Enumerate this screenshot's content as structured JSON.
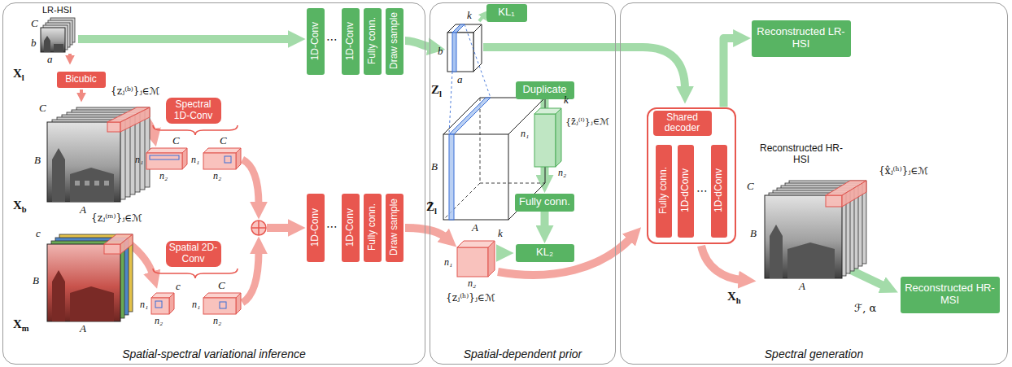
{
  "diagram": {
    "nodes": [
      {
        "text": [
          "Spatial-spectral variational inference"
        ]
      },
      {
        "text": [
          "1D-Conv"
        ],
        "in": 0
      },
      {
        "text": [
          "1D-Conv"
        ],
        "in": 0
      },
      {
        "text": [
          "Fully conn."
        ],
        "in": 0
      },
      {
        "text": [
          "Draw sample"
        ],
        "in": 0
      },
      {
        "text": [
          "Bicubic"
        ],
        "in": 0
      },
      {
        "text": [
          "Spectral 1D-Conv"
        ],
        "in": 0
      },
      {
        "text": [
          "Spatial 2D-Conv"
        ],
        "in": 0
      },
      {
        "text": [
          "1D-Conv"
        ],
        "in": 0
      },
      {
        "text": [
          "1D-Conv"
        ],
        "in": 0
      },
      {
        "text": [
          "Fully conn."
        ],
        "in": 0
      },
      {
        "text": [
          "Draw sample"
        ],
        "in": 0
      },
      {
        "text": [
          "Spatial-dependent prior"
        ]
      },
      {
        "text": [
          "KL₁"
        ],
        "in": 12
      },
      {
        "text": [
          "Duplicate"
        ],
        "in": 12
      },
      {
        "text": [
          "Fully conn."
        ],
        "in": 12
      },
      {
        "text": [
          "KL₂"
        ],
        "in": 12
      },
      {
        "text": [
          "Spectral generation"
        ]
      },
      {
        "text": [
          "Reconstructed LR-HSI"
        ],
        "in": 17
      },
      {
        "text": [
          "Shared decoder"
        ],
        "in": 17
      },
      {
        "text": [
          "Fully conn."
        ],
        "in": 19
      },
      {
        "text": [
          "1D-dConv"
        ],
        "in": 19
      },
      {
        "text": [
          "1D-dConv"
        ],
        "in": 19
      },
      {
        "text": [
          "Reconstructed HR-MSI"
        ],
        "in": 17
      }
    ],
    "edges": [
      {
        "from": 14,
        "to": 15,
        "arrow": "to"
      },
      {
        "from": 15,
        "to": 16,
        "arrow": "to"
      },
      {
        "from": 19,
        "to": 18,
        "arrow": "to"
      }
    ],
    "labels": [
      "LR-HSI",
      "C",
      "b",
      "a",
      "Xl",
      "⋯",
      "{zⱼ⁽ᵇ⁾}ⱼ∈ℳ",
      "C",
      "B",
      "A",
      "Xb",
      "C",
      "n₁",
      "n₂",
      "C",
      "n₁",
      "n₂",
      "{zⱼ⁽ᵐ⁾}ⱼ∈ℳ",
      "c",
      "B",
      "A",
      "Xm",
      "c",
      "n₁",
      "n₂",
      "C",
      "n₁",
      "n₂",
      "⋯",
      "k",
      "b",
      "a",
      "Zl",
      "k",
      "n₁",
      "n₂",
      "{z̄ⱼ⁽ˡ⁾}ⱼ∈ℳ",
      "B",
      "A",
      "Z̄l",
      "k",
      "n₁",
      "n₂",
      "{zⱼ⁽ʰ⁾}ⱼ∈ℳ",
      "⋯",
      "Reconstructed HR-HSI",
      "{x̂ⱼ⁽ʰ⁾}ⱼ∈ℳ",
      "C",
      "B",
      "A",
      "Xh",
      "ℱ, α"
    ]
  }
}
